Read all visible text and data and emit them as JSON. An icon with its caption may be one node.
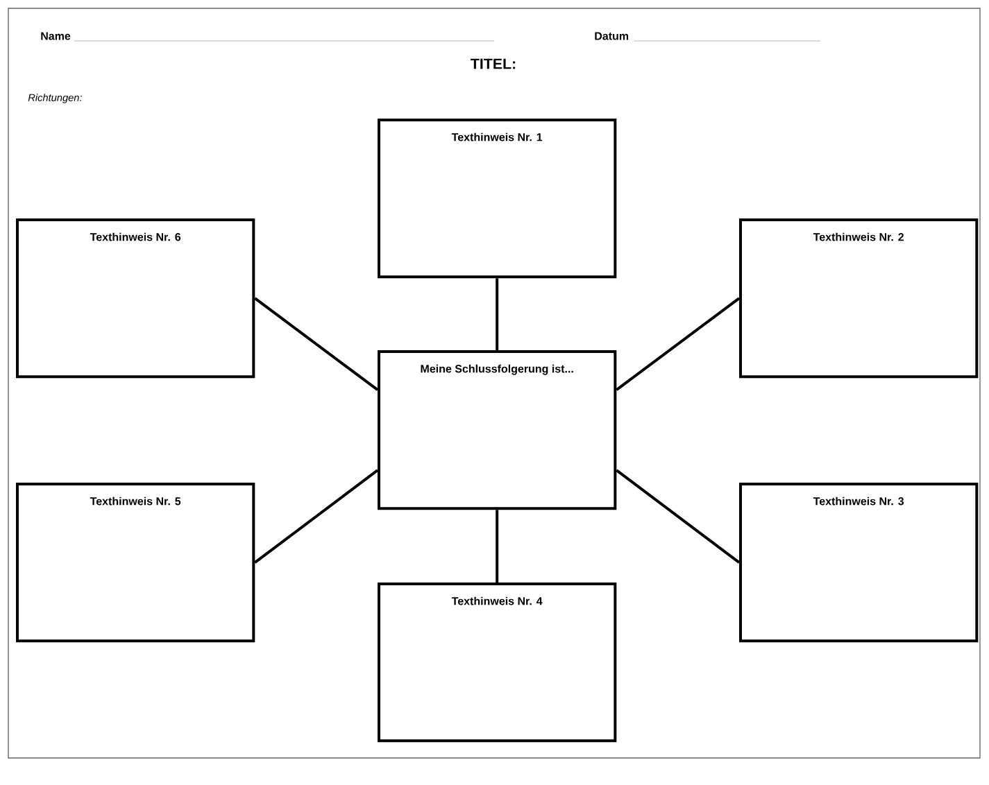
{
  "diagram": {
    "title": "TITEL:",
    "nodes": [
      {
        "text": [
          "Texthinweis Nr. 1"
        ]
      },
      {
        "text": [
          "Texthinweis Nr. 6"
        ]
      },
      {
        "text": [
          "Texthinweis Nr. 2"
        ]
      },
      {
        "text": [
          "Meine Schlussfolgerung ist..."
        ]
      },
      {
        "text": [
          "Texthinweis Nr. 5"
        ]
      },
      {
        "text": [
          "Texthinweis Nr. 3"
        ]
      },
      {
        "text": [
          "Texthinweis Nr. 4"
        ]
      }
    ],
    "edges": [
      {
        "from": 3,
        "to": 0,
        "arrow": "none"
      },
      {
        "from": 3,
        "to": 1,
        "arrow": "none"
      },
      {
        "from": 3,
        "to": 2,
        "arrow": "none"
      },
      {
        "from": 3,
        "to": 4,
        "arrow": "none"
      },
      {
        "from": 3,
        "to": 5,
        "arrow": "none"
      },
      {
        "from": 3,
        "to": 6,
        "arrow": "none"
      }
    ],
    "labels": [
      "Name",
      "Datum",
      "Richtungen:"
    ]
  }
}
